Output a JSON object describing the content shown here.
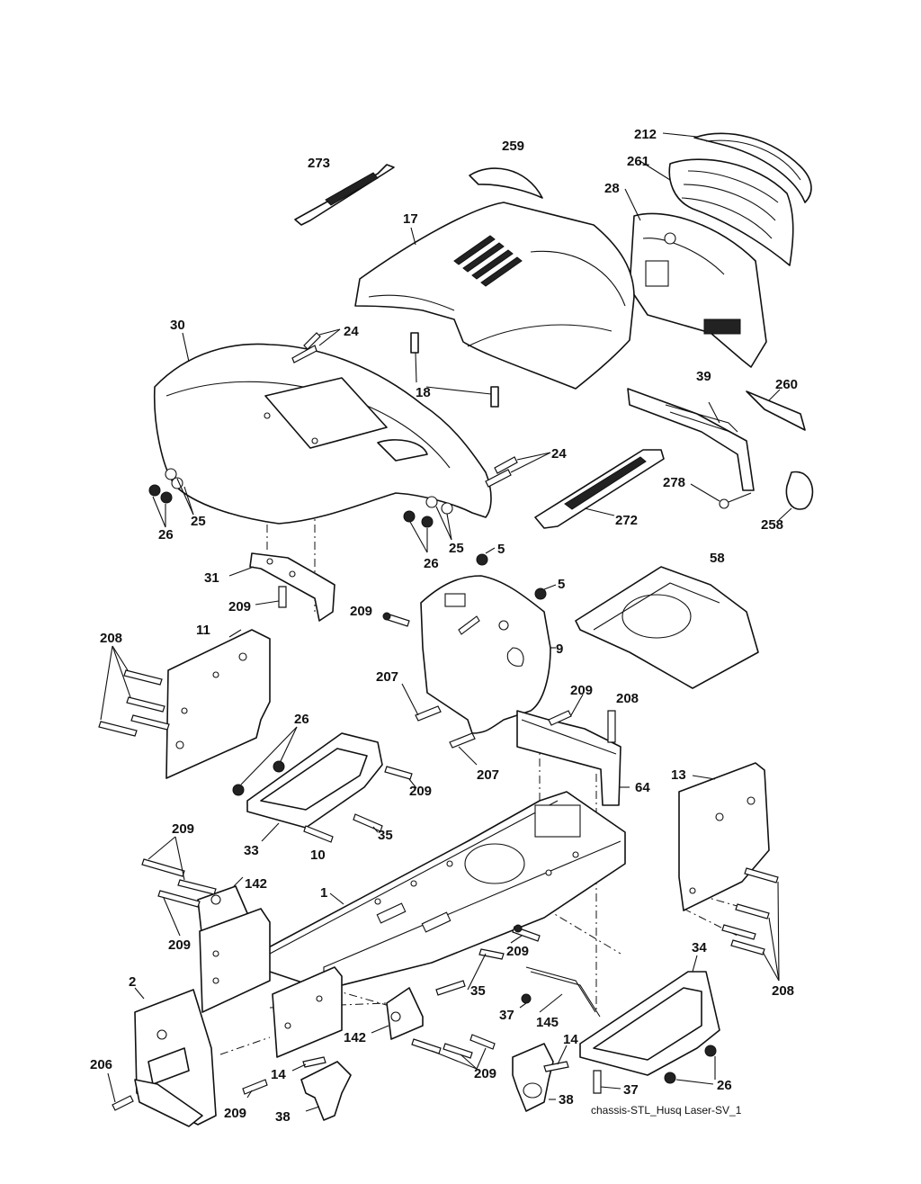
{
  "diagram": {
    "caption": "chassis-STL_Husq Laser-SV_1",
    "callouts": [
      {
        "id": "c212",
        "text": "212"
      },
      {
        "id": "c259",
        "text": "259"
      },
      {
        "id": "c273",
        "text": "273"
      },
      {
        "id": "c261",
        "text": "261"
      },
      {
        "id": "c28",
        "text": "28"
      },
      {
        "id": "c17",
        "text": "17"
      },
      {
        "id": "c30",
        "text": "30"
      },
      {
        "id": "c24a",
        "text": "24"
      },
      {
        "id": "c18",
        "text": "18"
      },
      {
        "id": "c39",
        "text": "39"
      },
      {
        "id": "c260",
        "text": "260"
      },
      {
        "id": "c24b",
        "text": "24"
      },
      {
        "id": "c278",
        "text": "278"
      },
      {
        "id": "c25a",
        "text": "25"
      },
      {
        "id": "c26a",
        "text": "26"
      },
      {
        "id": "c272",
        "text": "272"
      },
      {
        "id": "c258",
        "text": "258"
      },
      {
        "id": "c25b",
        "text": "25"
      },
      {
        "id": "c26b",
        "text": "26"
      },
      {
        "id": "c5a",
        "text": "5"
      },
      {
        "id": "c58",
        "text": "58"
      },
      {
        "id": "c5b",
        "text": "5"
      },
      {
        "id": "c31",
        "text": "31"
      },
      {
        "id": "c209a",
        "text": "209"
      },
      {
        "id": "c209b",
        "text": "209"
      },
      {
        "id": "c11",
        "text": "11"
      },
      {
        "id": "c9",
        "text": "9"
      },
      {
        "id": "c208a",
        "text": "208"
      },
      {
        "id": "c207a",
        "text": "207"
      },
      {
        "id": "c209c",
        "text": "209"
      },
      {
        "id": "c208b",
        "text": "208"
      },
      {
        "id": "c26c",
        "text": "26"
      },
      {
        "id": "c207b",
        "text": "207"
      },
      {
        "id": "c13",
        "text": "13"
      },
      {
        "id": "c209d",
        "text": "209"
      },
      {
        "id": "c64",
        "text": "64"
      },
      {
        "id": "c35a",
        "text": "35"
      },
      {
        "id": "c209e",
        "text": "209"
      },
      {
        "id": "c33",
        "text": "33"
      },
      {
        "id": "c10",
        "text": "10"
      },
      {
        "id": "c142a",
        "text": "142"
      },
      {
        "id": "c1",
        "text": "1"
      },
      {
        "id": "c209f",
        "text": "209"
      },
      {
        "id": "c209g",
        "text": "209"
      },
      {
        "id": "c34",
        "text": "34"
      },
      {
        "id": "c2",
        "text": "2"
      },
      {
        "id": "c35b",
        "text": "35"
      },
      {
        "id": "c208c",
        "text": "208"
      },
      {
        "id": "c37a",
        "text": "37"
      },
      {
        "id": "c145",
        "text": "145"
      },
      {
        "id": "c142b",
        "text": "142"
      },
      {
        "id": "c14a",
        "text": "14"
      },
      {
        "id": "c206",
        "text": "206"
      },
      {
        "id": "c14b",
        "text": "14"
      },
      {
        "id": "c209h",
        "text": "209"
      },
      {
        "id": "c26d",
        "text": "26"
      },
      {
        "id": "c37b",
        "text": "37"
      },
      {
        "id": "c209i",
        "text": "209"
      },
      {
        "id": "c38a",
        "text": "38"
      },
      {
        "id": "c38b",
        "text": "38"
      }
    ]
  }
}
